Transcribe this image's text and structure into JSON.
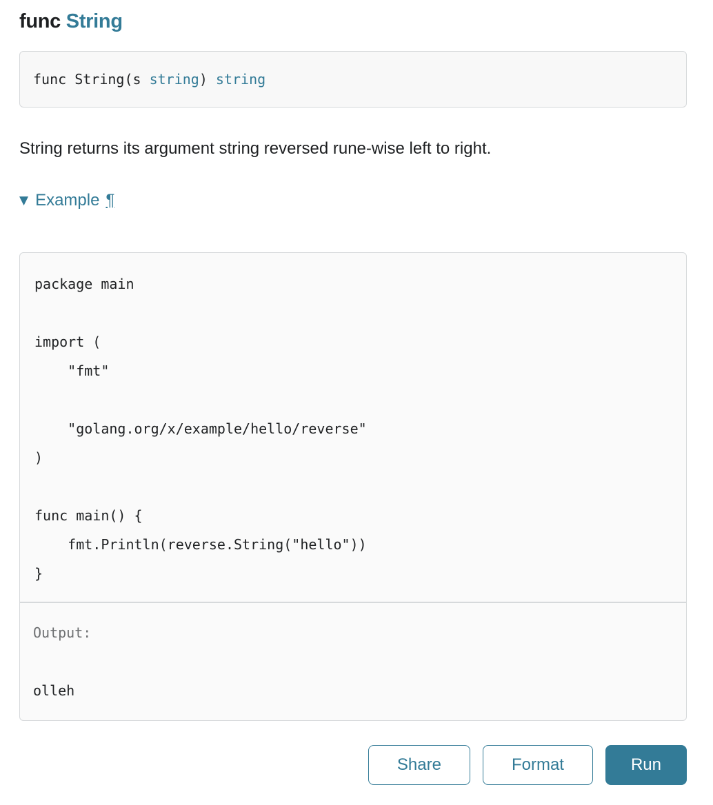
{
  "colors": {
    "accent": "#337b97",
    "text": "#202224",
    "muted_output_label": "#6e7072",
    "box_background": "#f8f8f8",
    "editor_background": "#fafafa",
    "border": "#d6d9db"
  },
  "header": {
    "keyword": "func",
    "function_name": "String"
  },
  "signature": {
    "prefix": "func String(s ",
    "param_type_link": "string",
    "separator": ") ",
    "return_type_link": "string"
  },
  "description": "String returns its argument string reversed rune-wise left to right.",
  "example": {
    "toggle_icon": "▼",
    "label": "Example",
    "anchor_icon": "¶",
    "code": "package main\n\nimport (\n\t\"fmt\"\n\n\t\"golang.org/x/example/hello/reverse\"\n)\n\nfunc main() {\n\tfmt.Println(reverse.String(\"hello\"))\n}",
    "output_label": "Output:",
    "output_text": "olleh",
    "buttons": {
      "share_label": "Share",
      "format_label": "Format",
      "run_label": "Run"
    }
  }
}
